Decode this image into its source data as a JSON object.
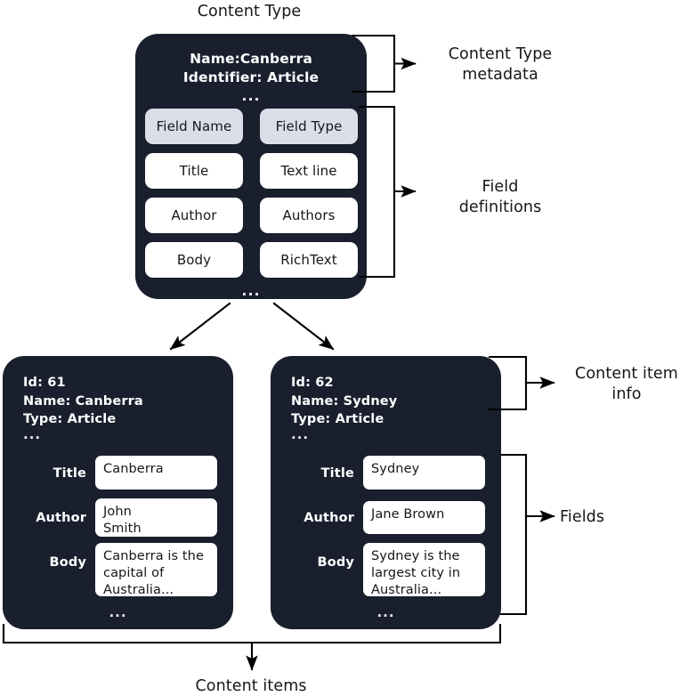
{
  "diagram": {
    "title_top": "Content Type",
    "title_bottom": "Content items",
    "colors": {
      "card_bg": "#1a1f2e",
      "chip_header_bg": "#dcdee7",
      "chip_value_bg": "#ffffff",
      "page_bg": "#ffffff",
      "line": "#000000",
      "text_dark": "#15171c",
      "text_light": "#ffffff"
    }
  },
  "content_type": {
    "metadata_lines": "Name:Canberra\nIdentifier: Article",
    "metadata_ellipsis": "...",
    "field_table": {
      "headers": [
        "Field Name",
        "Field Type"
      ],
      "rows": [
        {
          "name": "Title",
          "type": "Text line"
        },
        {
          "name": "Author",
          "type": "Authors"
        },
        {
          "name": "Body",
          "type": "RichText"
        }
      ]
    },
    "table_ellipsis": "..."
  },
  "annotations": {
    "content_type_metadata": "Content Type\nmetadata",
    "field_definitions": "Field\ndefinitions",
    "content_item_info": "Content item\ninfo",
    "fields": "Fields"
  },
  "content_items": [
    {
      "info": "Id: 61\nName: Canberra\nType: Article",
      "info_ellipsis": "...",
      "fields": [
        {
          "label": "Title",
          "value": "Canberra"
        },
        {
          "label": "Author",
          "value": "John\nSmith"
        },
        {
          "label": "Body",
          "value": "Canberra is the\ncapital of\nAustralia..."
        }
      ],
      "fields_ellipsis": "..."
    },
    {
      "info": "Id: 62\nName: Sydney\nType: Article",
      "info_ellipsis": "...",
      "fields": [
        {
          "label": "Title",
          "value": "Sydney"
        },
        {
          "label": "Author",
          "value": "Jane Brown"
        },
        {
          "label": "Body",
          "value": "Sydney is the\nlargest city in\nAustralia..."
        }
      ],
      "fields_ellipsis": "..."
    }
  ]
}
